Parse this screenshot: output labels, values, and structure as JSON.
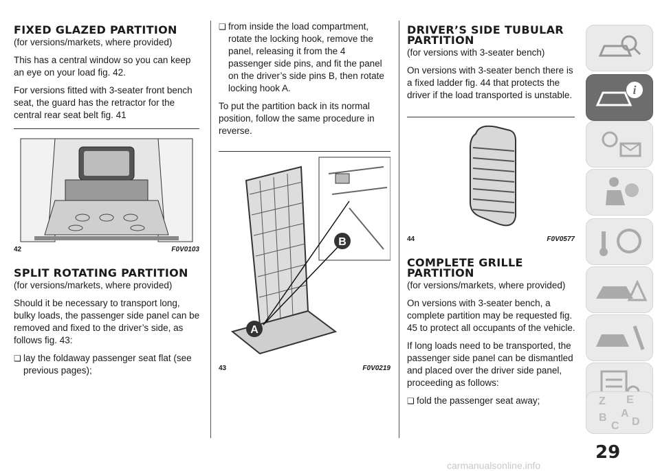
{
  "col1": {
    "h1": "FIXED GLAZED PARTITION",
    "h1_sub": "(for versions/markets, where provided)",
    "p1": "This has a central window so you can keep an eye on your load fig. 42.",
    "p2": "For versions fitted with 3-seater front bench seat, the guard has the retractor for the central rear seat belt fig. 41",
    "fig_num": "42",
    "fig_code": "F0V0103",
    "h2": "SPLIT ROTATING PARTITION",
    "h2_sub": "(for versions/markets, where provided)",
    "p3": "Should it be necessary to transport long, bulky loads, the passenger side panel can be removed and fixed to the driver’s side, as follows fig. 43:",
    "b1": "lay the foldaway passenger seat flat (see previous pages);"
  },
  "col2": {
    "b1": "from inside the load compartment, rotate the locking hook, remove the panel, releasing it from the 4 passenger side pins, and fit the panel on the driver’s side pins B, then rotate locking hook A.",
    "p1": "To put the partition back in its normal position, follow the same procedure in reverse.",
    "fig_num": "43",
    "fig_code": "F0V0219",
    "label_a": "A",
    "label_b": "B"
  },
  "col3": {
    "h1": "DRIVER’S SIDE TUBULAR PARTITION",
    "h1_sub": "(for versions with 3-seater bench)",
    "p1": "On versions with 3-seater bench there is a fixed ladder fig. 44 that protects the driver if the load transported is unstable.",
    "fig_num": "44",
    "fig_code": "F0V0577",
    "h2": "COMPLETE GRILLE PARTITION",
    "h2_sub": "(for versions/markets, where provided)",
    "p2": "On versions with 3-seater bench, a complete partition may be requested fig. 45 to protect all occupants of the vehicle.",
    "p3": "If long loads need to be transported, the passenger side panel can be dismantled and placed over the driver side panel, proceeding as follows:",
    "b1": "fold the passenger seat away;"
  },
  "sidebar": {
    "icons": [
      "car-search-icon",
      "car-info-icon",
      "warning-lights-icon",
      "airbag-icon",
      "key-steering-icon",
      "breakdown-icon",
      "car-service-icon",
      "specs-list-icon",
      "alphabet-index-icon"
    ],
    "active_index": 1
  },
  "page_number": "29",
  "watermark": "carmanualsonline.info"
}
